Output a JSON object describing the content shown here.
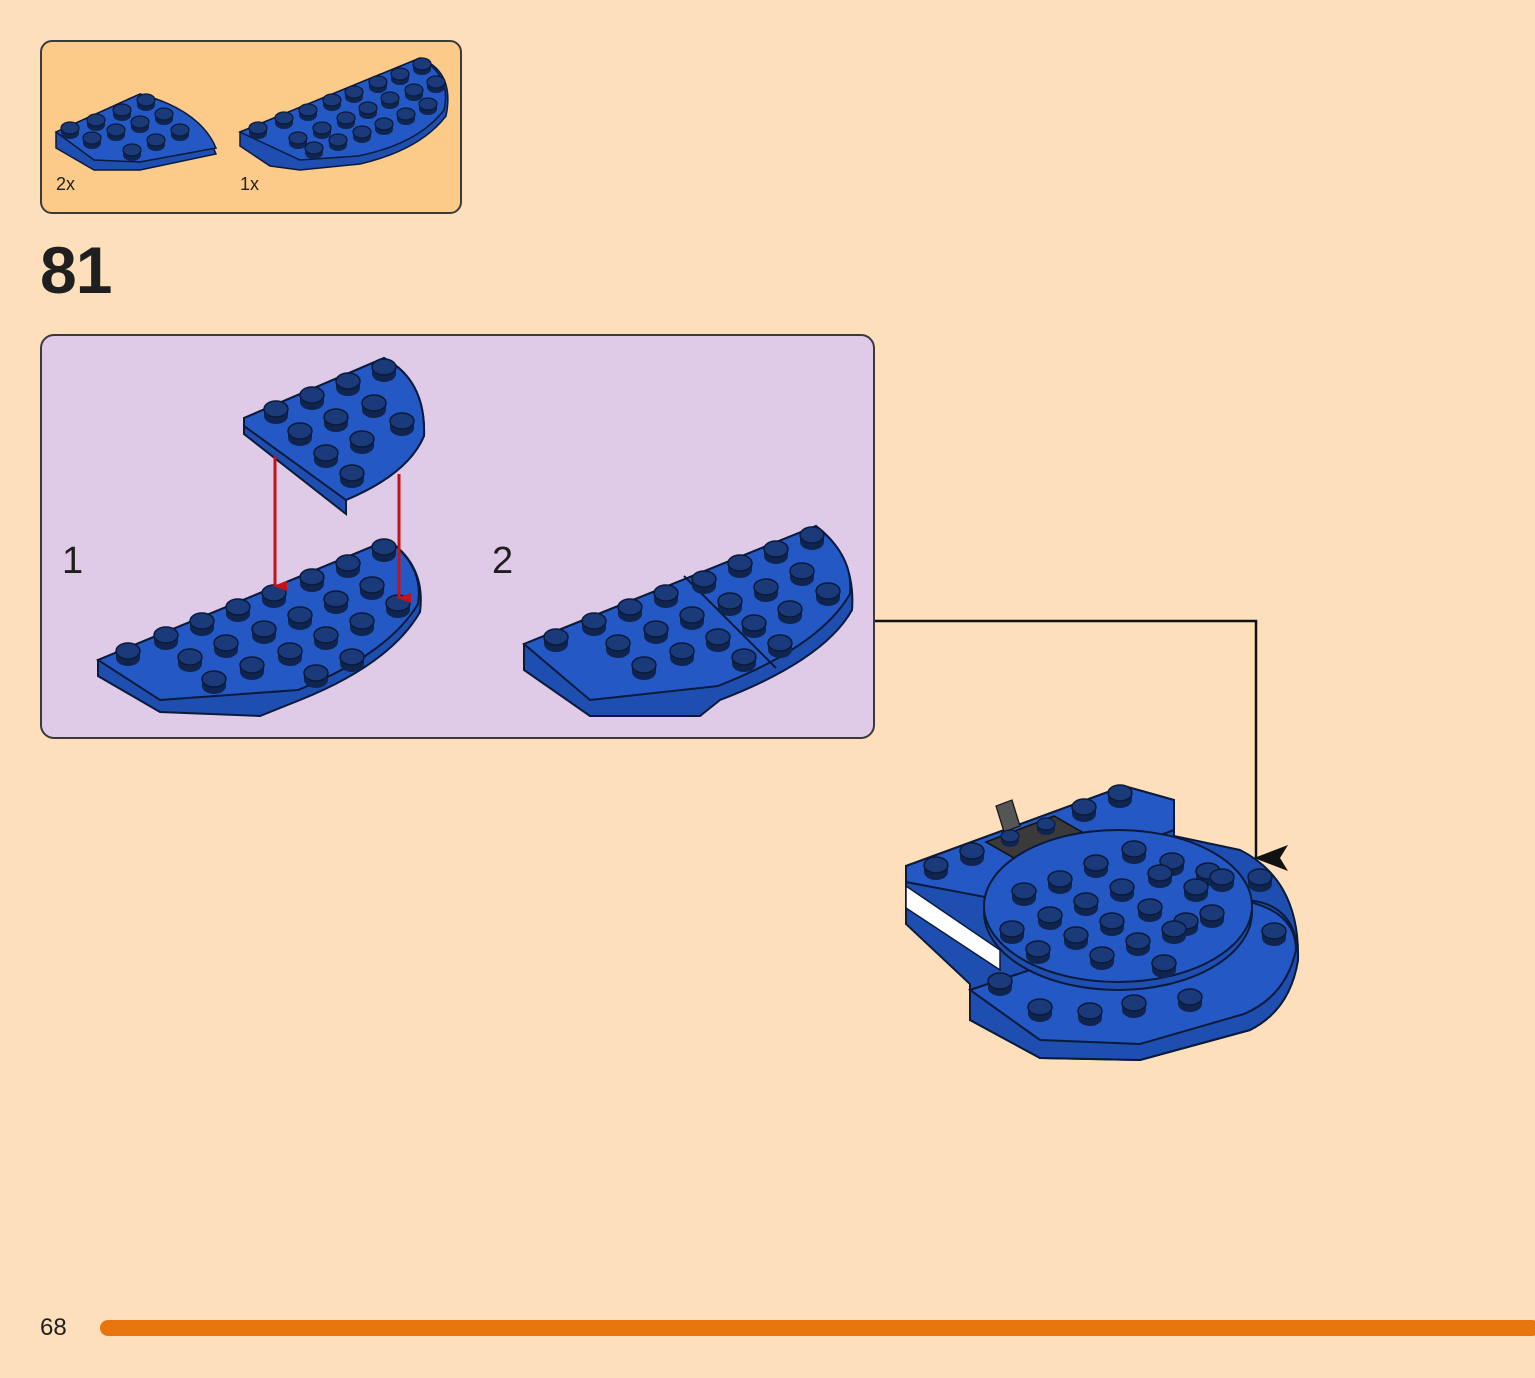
{
  "parts_list": [
    {
      "name": "blue-quarter-round-plate",
      "count": "2x"
    },
    {
      "name": "blue-half-round-plate",
      "count": "1x"
    }
  ],
  "step_number": "81",
  "substeps": [
    {
      "number": "1"
    },
    {
      "number": "2"
    }
  ],
  "page_number": "68",
  "colors": {
    "background": "#fde0bb",
    "parts_box": "#fccb8a",
    "substep_box": "#dfcbe7",
    "brick_blue": "#2458c4",
    "stud_dark": "#0f2550",
    "arrow_red": "#c4121b",
    "progress_orange": "#e8760f"
  }
}
